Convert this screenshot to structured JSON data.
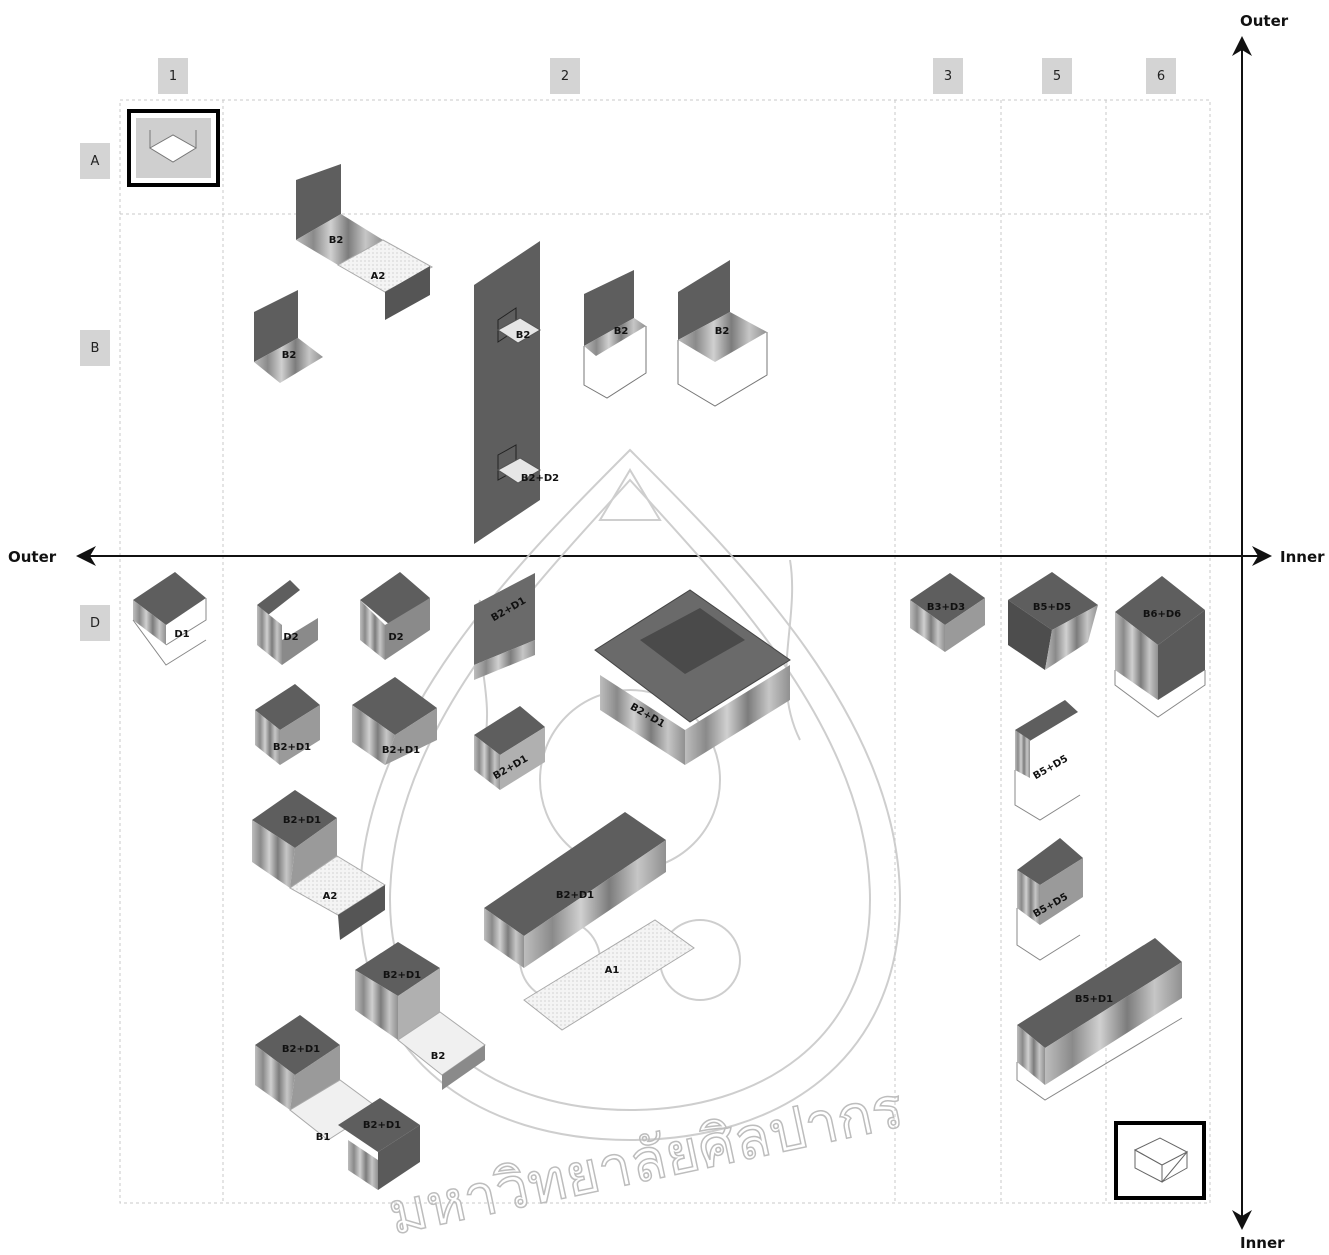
{
  "axes": {
    "vertical_top": "Outer",
    "vertical_bottom": "Inner",
    "horizontal_left": "Outer",
    "horizontal_right": "Inner"
  },
  "columns": [
    "1",
    "2",
    "3",
    "5",
    "6"
  ],
  "rows": [
    "A",
    "B",
    "D"
  ],
  "watermark_text": "มหาวิทยาลัยศิลปากร",
  "module_labels": {
    "a_b2": "B2",
    "a_a2": "A2",
    "b_b2_small": "B2",
    "b_b2_tall": "B2",
    "b_b2_mid": "B2",
    "b_b2_right": "B2",
    "b_b2d2": "B2+D2",
    "d_d1": "D1",
    "d_d2_a": "D2",
    "d_d2_b": "D2",
    "d_b2d1_top": "B2+D1",
    "d_b2d1_big": "B2+D1",
    "d_b2d1_r2a": "B2+D1",
    "d_b2d1_r2b": "B2+D1",
    "d_b2d1_r2c": "B2+D1",
    "d_b2d1_r3": "B2+D1",
    "d_a2": "A2",
    "d_b2d1_long": "B2+D1",
    "d_a1": "A1",
    "d_b2d1_r4": "B2+D1",
    "d_b2_r4": "B2",
    "d_b2d1_r5": "B2+D1",
    "d_b1": "B1",
    "d_b2d1_r6": "B2+D1",
    "d_b3d3": "B3+D3",
    "d_b5d5": "B5+D5",
    "d_b6d6": "B6+D6",
    "d_b5d5_b": "B5+D5",
    "d_b5d5_c": "B5+D5",
    "d_b5d1": "B5+D1"
  }
}
